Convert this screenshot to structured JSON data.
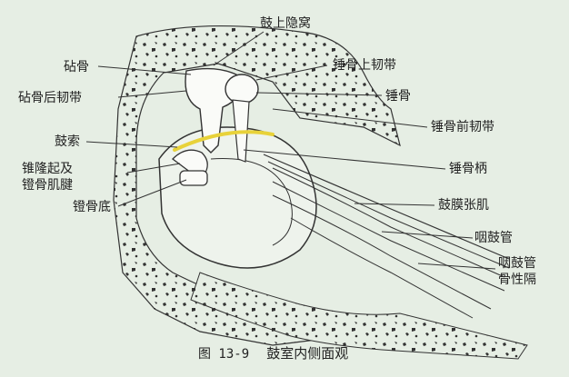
{
  "labels": {
    "top": "鼓上隐窝",
    "incus": "砧骨",
    "post_incus_lig": "砧骨后韧带",
    "chorda": "鼓索",
    "pyramid": "锥隆起及",
    "pyramid2": "镫骨肌腱",
    "footplate": "镫骨底",
    "sup_mal_lig": "锤骨上韧带",
    "malleus": "锤骨",
    "ant_mal_lig": "锤骨前韧带",
    "handle": "锤骨柄",
    "tensor": "鼓膜张肌",
    "tube": "咽鼓管",
    "septum1": "咽鼓管",
    "septum2": "骨性隔"
  },
  "caption": {
    "fig": "图 13-9",
    "title": "鼓室内侧面观"
  },
  "colors": {
    "background": "#e6eee4",
    "line": "#333333",
    "chorda": "#e8d23a"
  }
}
